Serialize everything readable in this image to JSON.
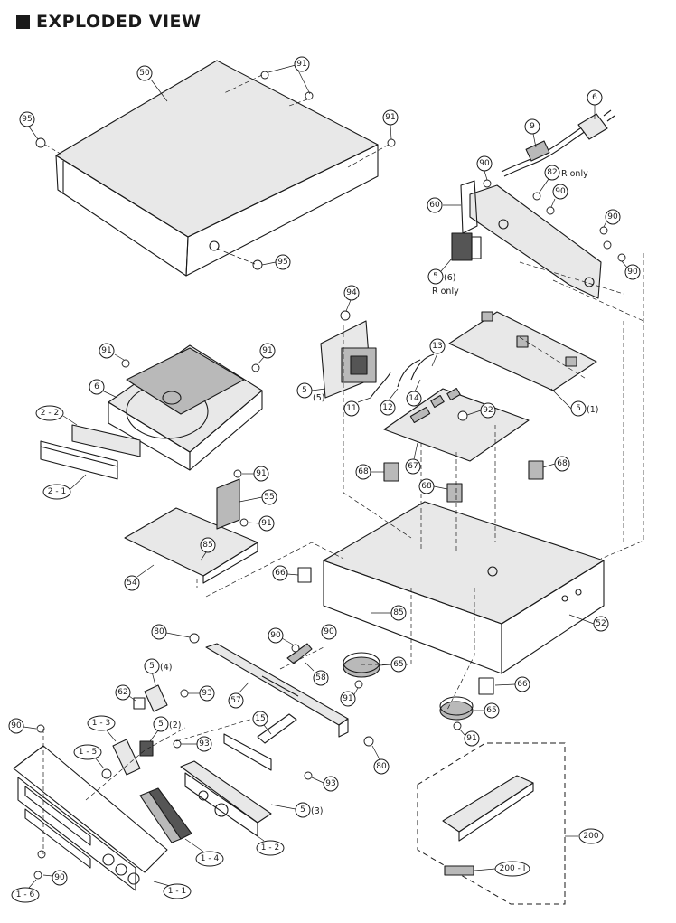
{
  "title": "EXPLODED VIEW",
  "callouts": {
    "c50": "50",
    "c91a": "91",
    "c95a": "95",
    "c91b": "91",
    "c95b": "95",
    "c6": "6",
    "c9": "9",
    "c90a": "90",
    "c82": "82",
    "c90b": "90",
    "c60": "60",
    "c90c": "90",
    "c90d": "90",
    "c56": "5",
    "c94": "94",
    "c13": "13",
    "c55": "5",
    "c11": "11",
    "c12": "12",
    "c14": "14",
    "c92": "92",
    "c51": "5",
    "c67": "67",
    "c68a": "68",
    "c68b": "68",
    "c68c": "68",
    "c91c": "91",
    "c91d": "91",
    "c6b": "6",
    "c22": "2 - 2",
    "c21": "2 - 1",
    "c91e": "91",
    "c55b": "55",
    "c91f": "91",
    "c85a": "85",
    "c54": "54",
    "c66a": "66",
    "c85b": "85",
    "c90e": "90",
    "c65a": "65",
    "c91g": "91",
    "c52": "52",
    "c66b": "66",
    "c65b": "65",
    "c91h": "91",
    "c80a": "80",
    "c90f": "90",
    "c58": "58",
    "c57": "57",
    "c80b": "80",
    "c54b": "5",
    "c62": "62",
    "c93a": "93",
    "c13b": "1 - 3",
    "c52b": "5",
    "c93b": "93",
    "c15": "15",
    "c90g": "90",
    "c15b": "1 - 5",
    "c93c": "93",
    "c53": "5",
    "c12b": "1 - 2",
    "c14b": "1 - 4",
    "c90h": "90",
    "c16": "1 - 6",
    "c11b": "1 - 1",
    "c200": "200",
    "c2001": "200 - I"
  },
  "sub_labels": {
    "s56": "(6)",
    "s55": "(5)",
    "s51": "(1)",
    "s54": "(4)",
    "s52": "(2)",
    "s53": "(3)"
  },
  "notes": {
    "r_only_a": "R only",
    "r_only_b": "R only"
  }
}
